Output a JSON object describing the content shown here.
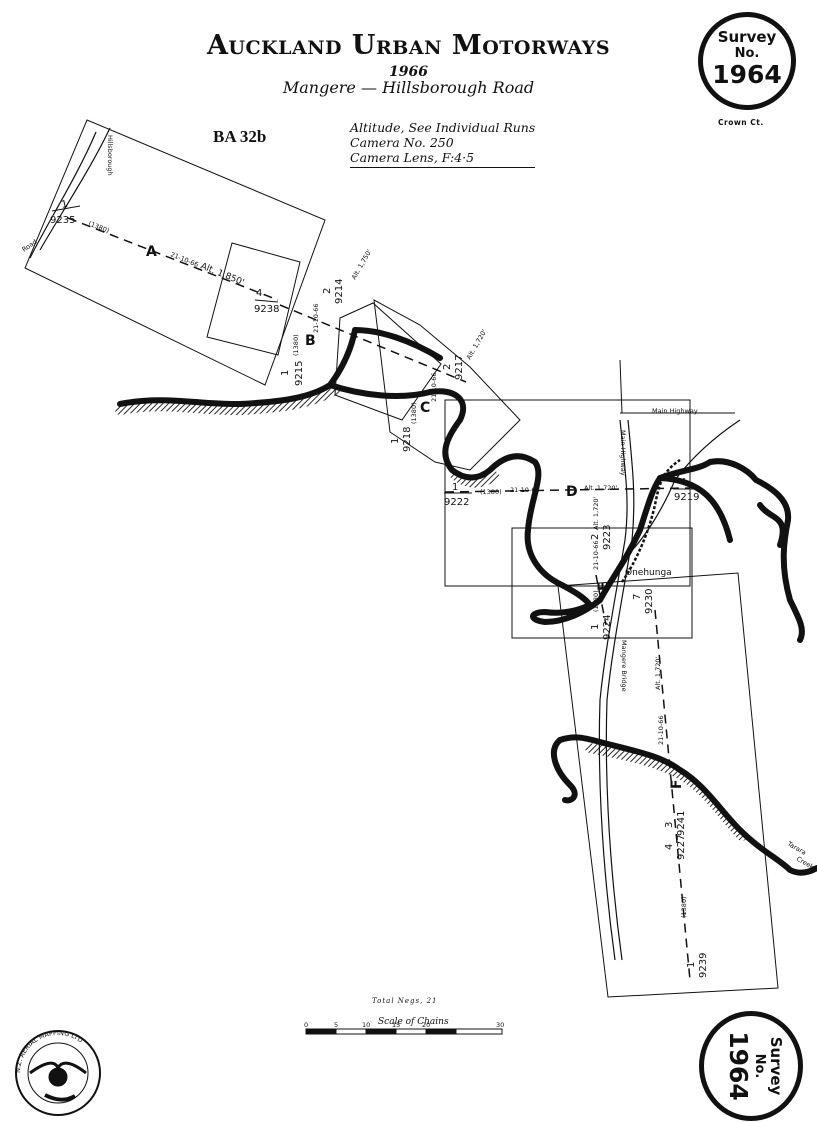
{
  "header": {
    "title": "Auckland Urban Motorways",
    "year": "1966",
    "subtitle": "Mangere — Hillsborough Road"
  },
  "reference": "BA 32b",
  "specs": {
    "altitude": "Altitude, See Individual Runs",
    "camera": "Camera No. 250",
    "lens": "Camera Lens, F:4·5"
  },
  "stamps": {
    "word": "Survey",
    "no": "No.",
    "number": "1964",
    "crown": "Crown Ct."
  },
  "runs": [
    {
      "letter": "A",
      "date": "21-10-66",
      "alt": "Alt. 1,850'",
      "scale": "(1380)",
      "start": {
        "n": "1",
        "id": "9235"
      },
      "end": {
        "n": "4",
        "id": "9238"
      }
    },
    {
      "letter": "B",
      "date": "21-10-66",
      "alt": "Alt. 1,750'",
      "scale": "(1380)",
      "start": {
        "n": "1",
        "id": "9215"
      },
      "end": {
        "n": "2",
        "id": "9214"
      }
    },
    {
      "letter": "C",
      "date": "21-10-66",
      "alt": "Alt. 1,720'",
      "scale": "(1380)",
      "start": {
        "n": "1",
        "id": "9218"
      },
      "end": {
        "n": "2",
        "id": "9217"
      }
    },
    {
      "letter": "D",
      "date": "21-10-66",
      "alt": "Alt. 1,720'",
      "scale": "(1380)",
      "start": {
        "n": "1",
        "id": "9222"
      },
      "end": {
        "n": "4",
        "id": "9219"
      }
    },
    {
      "letter": "E",
      "date": "21-10-66",
      "alt": "Alt. 1,720'",
      "scale": "(1380)",
      "start": {
        "n": "1",
        "id": "9224"
      },
      "end": {
        "n": "2",
        "id": "9223"
      }
    },
    {
      "letter": "F",
      "date": "21-10-66",
      "alt": "Alt. 1,720'",
      "scale": "(1380)",
      "start": {
        "n": "1",
        "id": "9239"
      },
      "mid": {
        "n": "4",
        "id": "9227"
      },
      "mid2": {
        "n": "3",
        "id": "9241"
      },
      "end": {
        "n": "7",
        "id": "9230"
      }
    }
  ],
  "places": {
    "road_top": "Hillsborough",
    "road_word": "Road",
    "main_highway": "Main Highway",
    "main_highway_v": "Main Highway",
    "onehunga": "Onehunga",
    "mangere_bridge": "Mangere Bridge",
    "tamaki_creek_1": "Tarara",
    "tamaki_creek_2": "Creek"
  },
  "footer": {
    "total_negs": "Total Negs, 21",
    "scale_label": "Scale of Chains",
    "scale_ticks": [
      "0",
      "5",
      "10",
      "15",
      "20",
      "30"
    ],
    "logo_text": "N.Z. AERIAL MAPPING LTD"
  }
}
